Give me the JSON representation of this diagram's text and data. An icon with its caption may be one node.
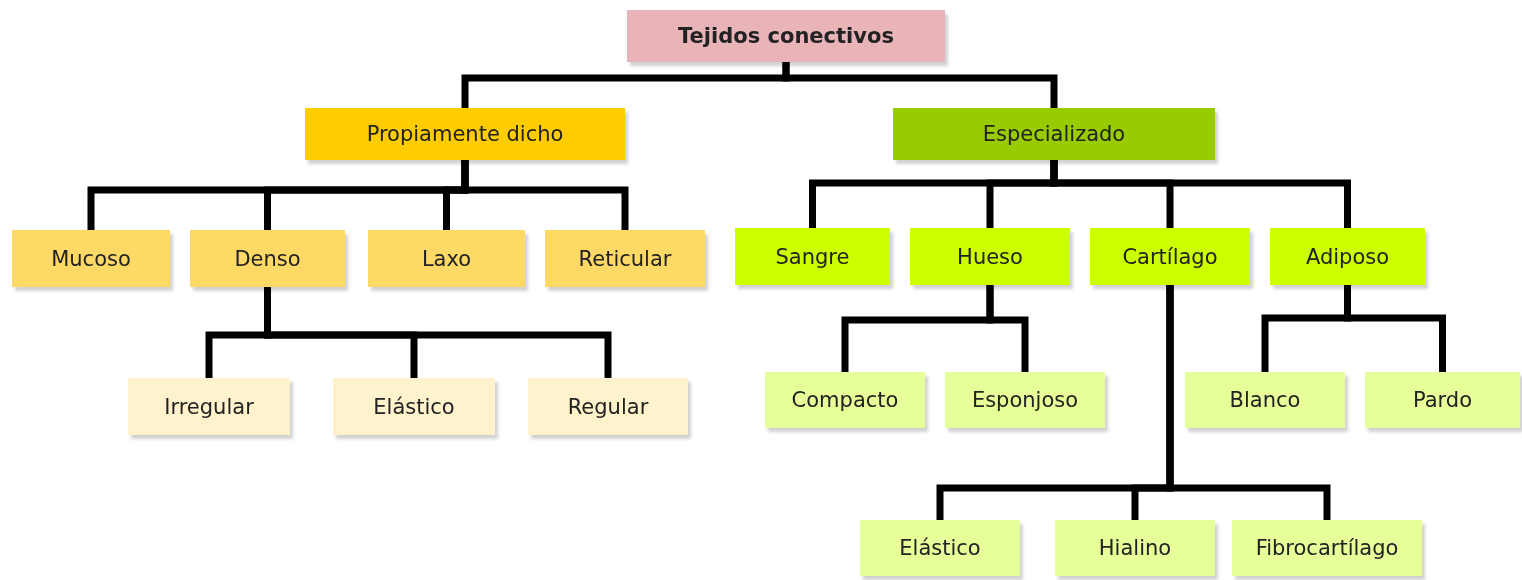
{
  "diagram": {
    "nodes": [
      {
        "text": [
          "Tejidos conectivos"
        ]
      },
      {
        "text": [
          "Propiamente dicho"
        ]
      },
      {
        "text": [
          "Especializado"
        ]
      },
      {
        "text": [
          "Mucoso"
        ]
      },
      {
        "text": [
          "Denso"
        ]
      },
      {
        "text": [
          "Laxo"
        ]
      },
      {
        "text": [
          "Reticular"
        ]
      },
      {
        "text": [
          "Irregular"
        ]
      },
      {
        "text": [
          "Elástico"
        ]
      },
      {
        "text": [
          "Regular"
        ]
      },
      {
        "text": [
          "Sangre"
        ]
      },
      {
        "text": [
          "Hueso"
        ]
      },
      {
        "text": [
          "Cartílago"
        ]
      },
      {
        "text": [
          "Adiposo"
        ]
      },
      {
        "text": [
          "Compacto"
        ]
      },
      {
        "text": [
          "Esponjoso"
        ]
      },
      {
        "text": [
          "Blanco"
        ]
      },
      {
        "text": [
          "Pardo"
        ]
      },
      {
        "text": [
          "Elástico"
        ]
      },
      {
        "text": [
          "Hialino"
        ]
      },
      {
        "text": [
          "Fibrocartílago"
        ]
      }
    ],
    "edges": [
      {
        "from": 0,
        "to": 1,
        "arrow": "none"
      },
      {
        "from": 0,
        "to": 2,
        "arrow": "none"
      },
      {
        "from": 1,
        "to": 3,
        "arrow": "none"
      },
      {
        "from": 1,
        "to": 4,
        "arrow": "none"
      },
      {
        "from": 1,
        "to": 5,
        "arrow": "none"
      },
      {
        "from": 1,
        "to": 6,
        "arrow": "none"
      },
      {
        "from": 4,
        "to": 7,
        "arrow": "none"
      },
      {
        "from": 4,
        "to": 8,
        "arrow": "none"
      },
      {
        "from": 4,
        "to": 9,
        "arrow": "none"
      },
      {
        "from": 2,
        "to": 10,
        "arrow": "none"
      },
      {
        "from": 2,
        "to": 11,
        "arrow": "none"
      },
      {
        "from": 2,
        "to": 12,
        "arrow": "none"
      },
      {
        "from": 2,
        "to": 13,
        "arrow": "none"
      },
      {
        "from": 11,
        "to": 14,
        "arrow": "none"
      },
      {
        "from": 11,
        "to": 15,
        "arrow": "none"
      },
      {
        "from": 13,
        "to": 16,
        "arrow": "none"
      },
      {
        "from": 13,
        "to": 17,
        "arrow": "none"
      },
      {
        "from": 12,
        "to": 18,
        "arrow": "none"
      },
      {
        "from": 12,
        "to": 19,
        "arrow": "none"
      },
      {
        "from": 12,
        "to": 20,
        "arrow": "none"
      }
    ]
  }
}
